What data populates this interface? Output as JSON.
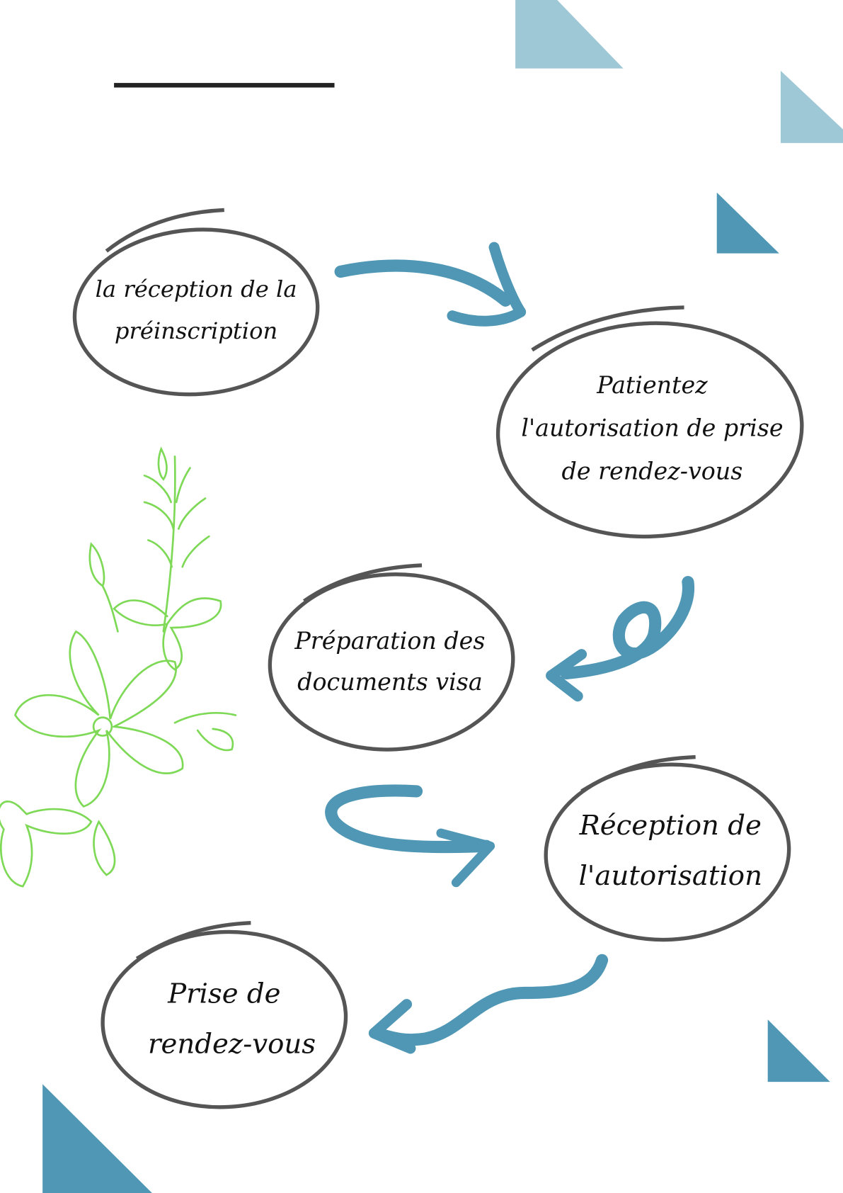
{
  "colors": {
    "accent_dark": "#4f97b4",
    "accent_light": "#9fc8d6",
    "ring": "#555555",
    "flower": "#7ed957"
  },
  "steps": [
    {
      "line1": "la réception de la",
      "line2": "préinscription"
    },
    {
      "line1": "Patientez",
      "line2": "l'autorisation de prise",
      "line3": "de rendez-vous"
    },
    {
      "line1": "Préparation des",
      "line2": "documents visa"
    },
    {
      "line1": "Réception de",
      "line2": "l'autorisation"
    },
    {
      "line1": "Prise de",
      "line2": "rendez-vous"
    }
  ]
}
